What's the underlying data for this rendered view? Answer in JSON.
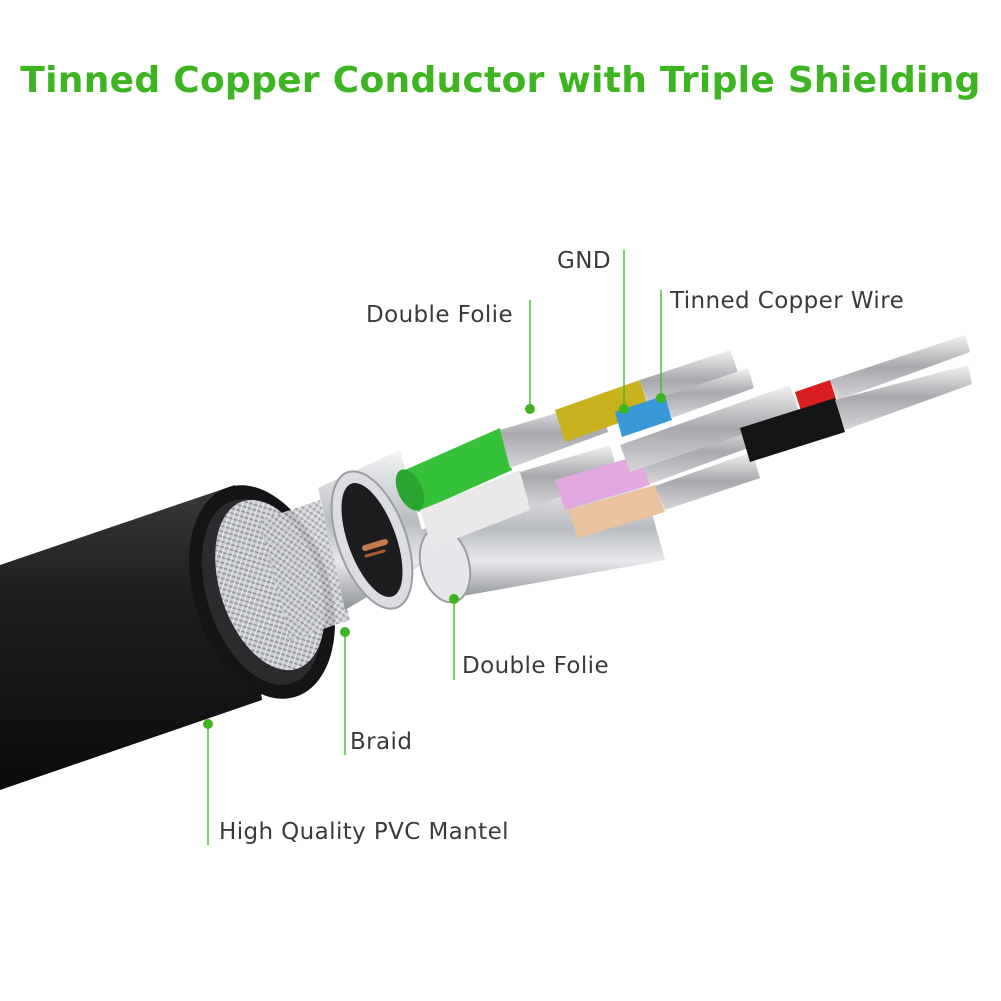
{
  "title": "Tinned Copper Conductor with Triple Shielding",
  "colors": {
    "accent_green": "#3cb521",
    "mantel": "#1b1b1d",
    "wire_green": "#35c23a",
    "wire_yellow": "#c8b21e",
    "wire_blue": "#3a98d8",
    "wire_red": "#d81e1e",
    "wire_black": "#151515",
    "wire_pink": "#e2a9e0",
    "wire_peach": "#eac29e",
    "copper": "#c8794a"
  },
  "labels": {
    "gnd": "GND",
    "tinned_copper_wire": "Tinned Copper Wire",
    "double_folie_top": "Double Folie",
    "double_folie_bottom": "Double Folie",
    "braid": "Braid",
    "pvc_mantel": "High Quality PVC Mantel"
  }
}
